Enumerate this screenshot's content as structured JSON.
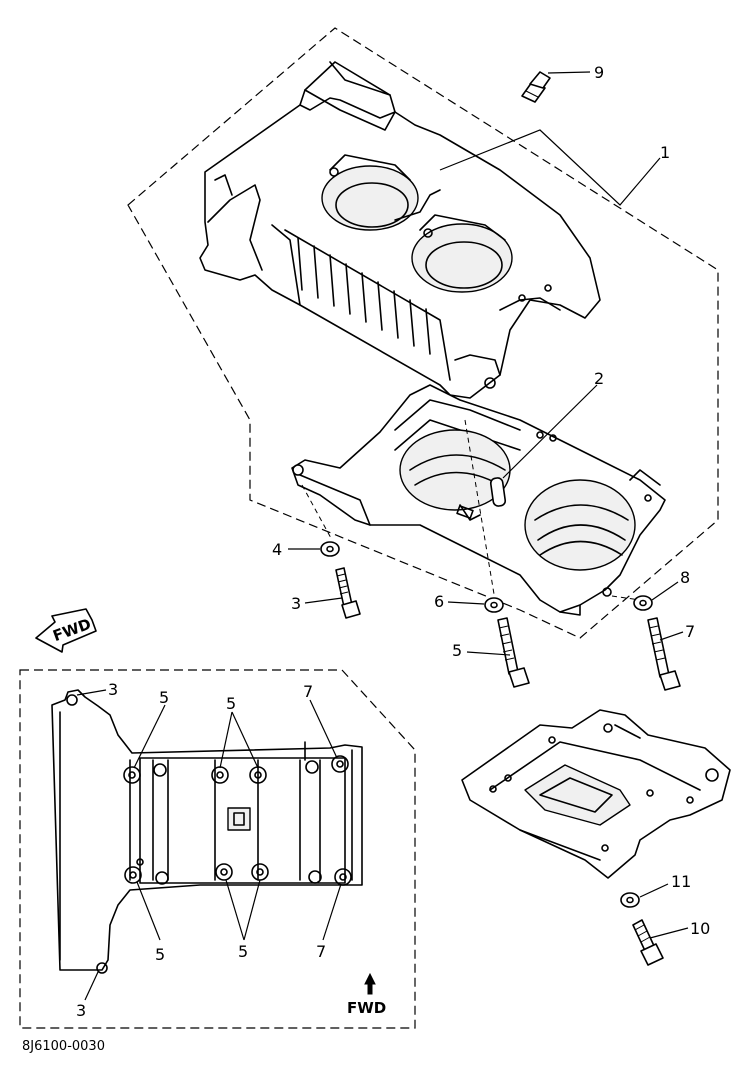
{
  "drawing_code": "8J6100-0030",
  "fwd_label": "FWD",
  "main_callouts": {
    "c1": "1",
    "c2": "2",
    "c3": "3",
    "c4": "4",
    "c5": "5",
    "c6": "6",
    "c7": "7",
    "c8": "8",
    "c9": "9",
    "c10": "10",
    "c11": "11"
  },
  "inset_callouts": {
    "top_left": "3",
    "top_5a": "5",
    "top_5b": "5",
    "top_7": "7",
    "bottom_5a": "5",
    "bottom_5b": "5",
    "bottom_7": "7",
    "bottom_left": "3"
  }
}
